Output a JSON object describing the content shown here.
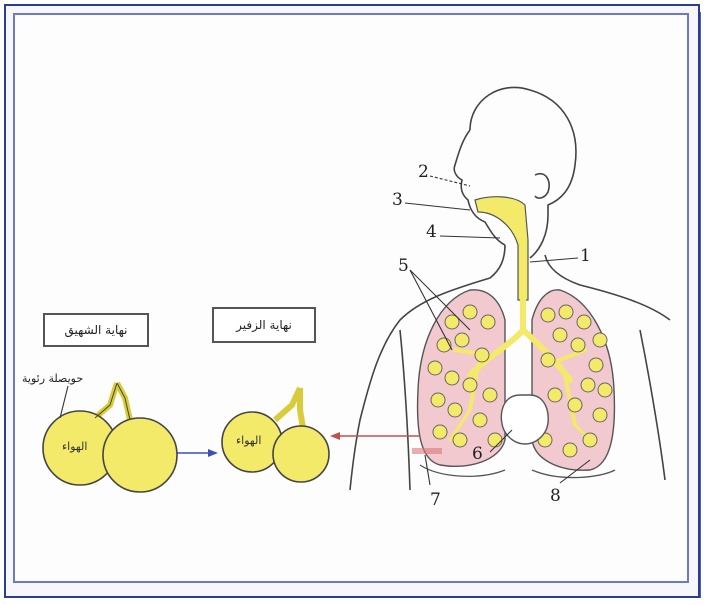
{
  "labels": {
    "inhale_end": "نهاية الشهيق",
    "exhale_end": "نهاية الزفير",
    "alveolus": "حويصلة رئوية",
    "air_left": "الهواء",
    "air_right": "الهواء"
  },
  "numbers": {
    "n1": "1",
    "n2": "2",
    "n3": "3",
    "n4": "4",
    "n5": "5",
    "n6": "6",
    "n7": "7",
    "n8": "8"
  },
  "colors": {
    "yellow": "#f3ea6a",
    "lung_pink": "#f2c9cf",
    "frame_blue": "#2a3d8f",
    "arrow_red": "#c0504d",
    "arrow_blue": "#3b4fb8"
  }
}
